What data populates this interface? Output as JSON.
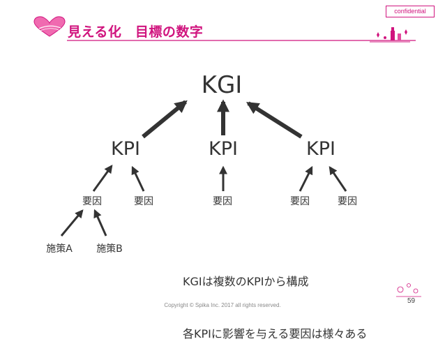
{
  "header": {
    "confidential": "confidential",
    "title": "見える化　目標の数字",
    "accent": "#d0147e"
  },
  "diagram": {
    "root": "KGI",
    "kpis": [
      "KPI",
      "KPI",
      "KPI"
    ],
    "factors": [
      "要因",
      "要因",
      "要因",
      "要因",
      "要因"
    ],
    "measures": [
      "施策A",
      "施策B"
    ],
    "note_lines": [
      "KGIは複数のKPIから構成",
      "各KPIに影響を与える要因は様々ある"
    ]
  },
  "footer": {
    "copyright": "Copyright © Spika Inc. 2017 all rights reserved.",
    "page": "59"
  }
}
